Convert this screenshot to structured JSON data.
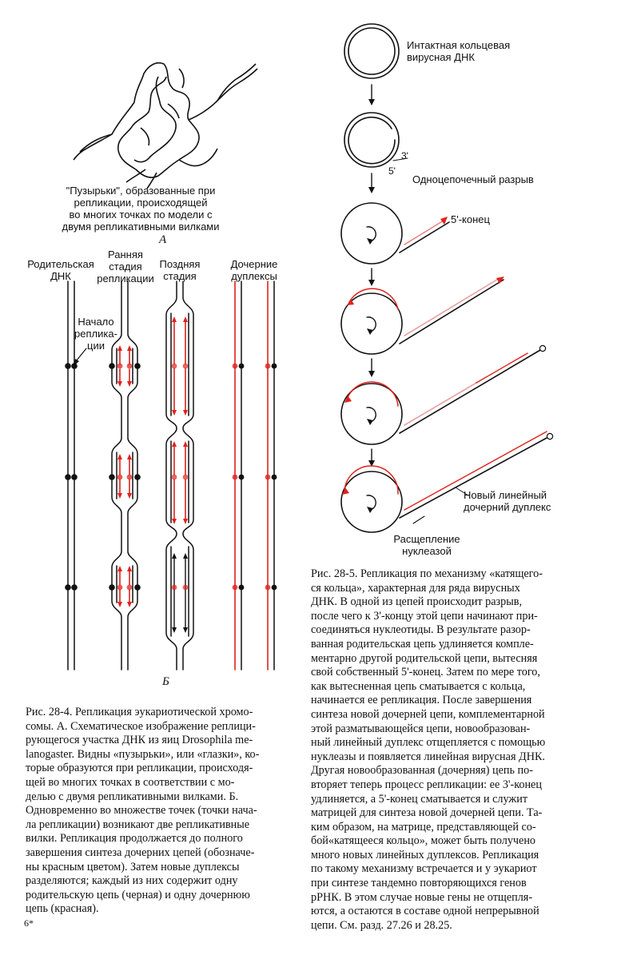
{
  "fig4": {
    "panel_a_caption_line1": "\"Пузырьки\", образованные при",
    "panel_a_caption_line2": "репликации, происходящей",
    "panel_a_caption_line3": "во многих точках по модели с",
    "panel_a_caption_line4": "двумя репликативными вилками",
    "panel_a_letter": "А",
    "panel_b_letter": "Б",
    "col1_line1": "Родительская",
    "col1_line2": "ДНК",
    "col2_line1": "Ранняя",
    "col2_line2": "стадия",
    "col2_line3": "репликации",
    "col3_line1": "Поздняя",
    "col3_line2": "стадия",
    "col4_line1": "Дочерние",
    "col4_line2": "дуплексы",
    "origin_line1": "Начало",
    "origin_line2": "реплика-",
    "origin_line3": "ции",
    "caption": [
      "Рис. 28-4. Репликация эукариотической хромо-",
      "сомы. А. Схематическое изображение реплици-",
      "рующегося участка ДНК из яиц Drosophila me-",
      "lanogaster. Видны «пузырьки», или «глазки», ко-",
      "торые образуются при репликации, происходя-",
      "щей во многих точках в соответствии с мо-",
      "делью с двумя репликативными вилками. Б.",
      "Одновременно во множестве точек (точки нача-",
      "ла репликации) возникают две репликативные",
      "вилки. Репликация продолжается до полного",
      "завершения синтеза дочерних цепей (обозначе-",
      "ны красным цветом). Затем новые дуплексы",
      "разделяются; каждый из них содержит одну",
      "родительскую цепь (черная) и одну дочернюю",
      "цепь (красная)."
    ]
  },
  "fig5": {
    "intact_line1": "Интактная кольцевая",
    "intact_line2": "вирусная ДНК",
    "end3": "3'",
    "end5": "5'",
    "nick": "Одноцепочечный разрыв",
    "end5_label": "5'-конец",
    "new_duplex_line1": "Новый линейный",
    "new_duplex_line2": "дочерний дуплекс",
    "nuclease_line1": "Расщепление",
    "nuclease_line2": "нуклеазой",
    "caption": [
      "Рис. 28-5. Репликация по механизму «катящего-",
      "ся кольца», характерная для ряда вирусных",
      "ДНК. В одной из цепей происходит разрыв,",
      "после чего к 3'-концу этой цепи начинают при-",
      "соединяться нуклеотиды. В результате разор-",
      "ванная родительская цепь удлиняется компле-",
      "ментарно другой родительской цепи, вытесняя",
      "свой собственный 5'-конец. Затем по мере того,",
      "как вытесненная цепь сматывается с кольца,",
      "начинается ее репликация. После завершения",
      "синтеза новой дочерней цепи, комплементарной",
      "этой разматывающейся цепи, новообразован-",
      "ный линейный дуплекс отщепляется с помощью",
      "нуклеазы и появляется линейная вирусная ДНК.",
      "Другая новообразованная (дочерняя) цепь по-",
      "вторяет теперь процесс репликации: ее 3'-конец",
      "удлиняется, а 5'-конец сматывается и служит",
      "матрицей для синтеза новой дочерней цепи. Та-",
      "ким образом, на матрице, представляющей со-",
      "бой«катящееся кольцо», может быть получено",
      "много новых линейных дуплексов. Репликация",
      "по такому механизму встречается и у эукариот",
      "при синтезе тандемно повторяющихся генов",
      "рРНК. В этом случае новые гены не отщепля-",
      "ются, а остаются в составе одной непрерывной",
      "цепи. См. разд. 27.26 и 28.25."
    ]
  },
  "page_number": "6*",
  "colors": {
    "red": "#e0221c",
    "black": "#111111",
    "pink": "#e8a0a0"
  }
}
